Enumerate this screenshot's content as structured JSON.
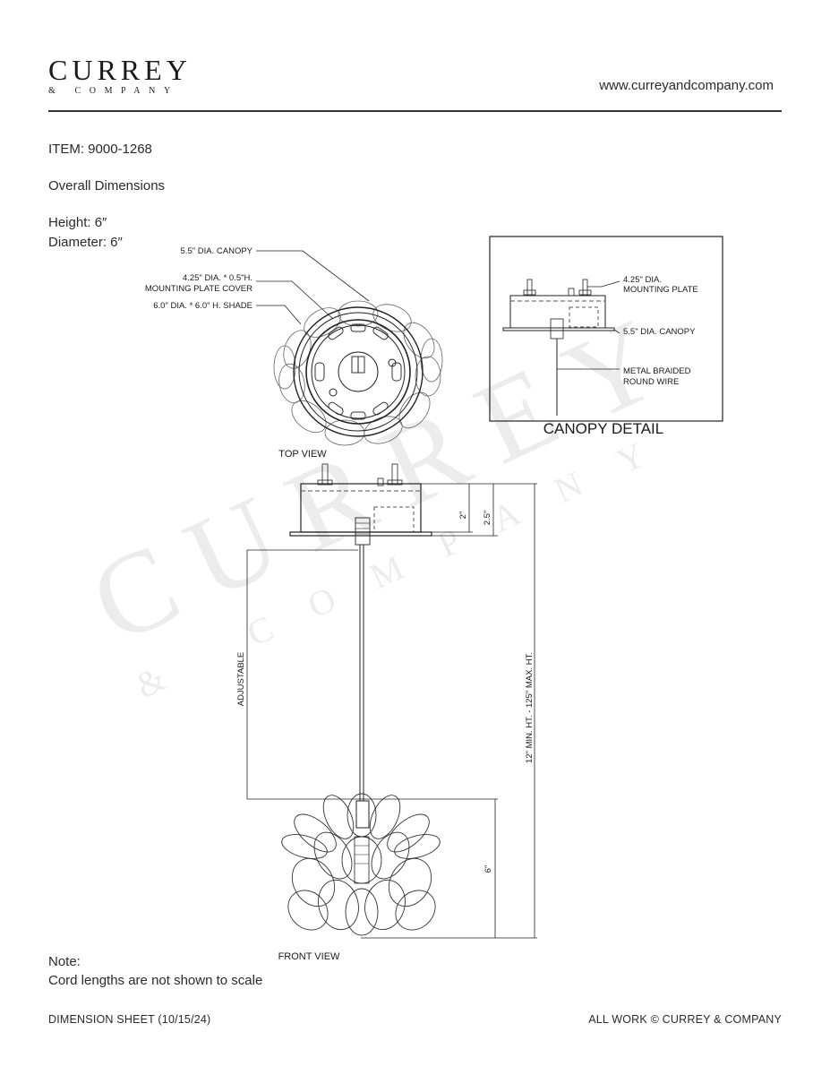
{
  "header": {
    "brand_name": "CURREY",
    "brand_sub": "& COMPANY",
    "website": "www.curreyandcompany.com"
  },
  "item": {
    "item_label": "ITEM: 9000-1268",
    "overall_label": "Overall Dimensions",
    "height": "Height: 6″",
    "diameter": "Diameter: 6″"
  },
  "top_view": {
    "callout_canopy": "5.5\" DIA. CANOPY",
    "callout_plate_1": "4.25\" DIA. * 0.5\"H.",
    "callout_plate_2": "MOUNTING PLATE COVER",
    "callout_shade": "6.0\" DIA. * 6.0\" H. SHADE",
    "caption": "TOP VIEW"
  },
  "canopy_detail": {
    "plate_1": "4.25\" DIA.",
    "plate_2": "MOUNTING PLATE",
    "canopy": "5.5\" DIA. CANOPY",
    "wire_1": "METAL BRAIDED",
    "wire_2": "ROUND WIRE",
    "caption": "CANOPY DETAIL"
  },
  "front_view": {
    "dim_2": "2\"",
    "dim_25": "2.5\"",
    "adjustable": "ADJUSTABLE",
    "overall_ht": "12\" MIN. HT. - 125\" MAX. HT.",
    "dim_6": "6\"",
    "caption": "FRONT VIEW"
  },
  "notes": {
    "title": "Note:",
    "body": "Cord lengths are not shown to scale"
  },
  "footer": {
    "left": "DIMENSION SHEET (10/15/24)",
    "right": "ALL WORK © CURREY & COMPANY"
  }
}
